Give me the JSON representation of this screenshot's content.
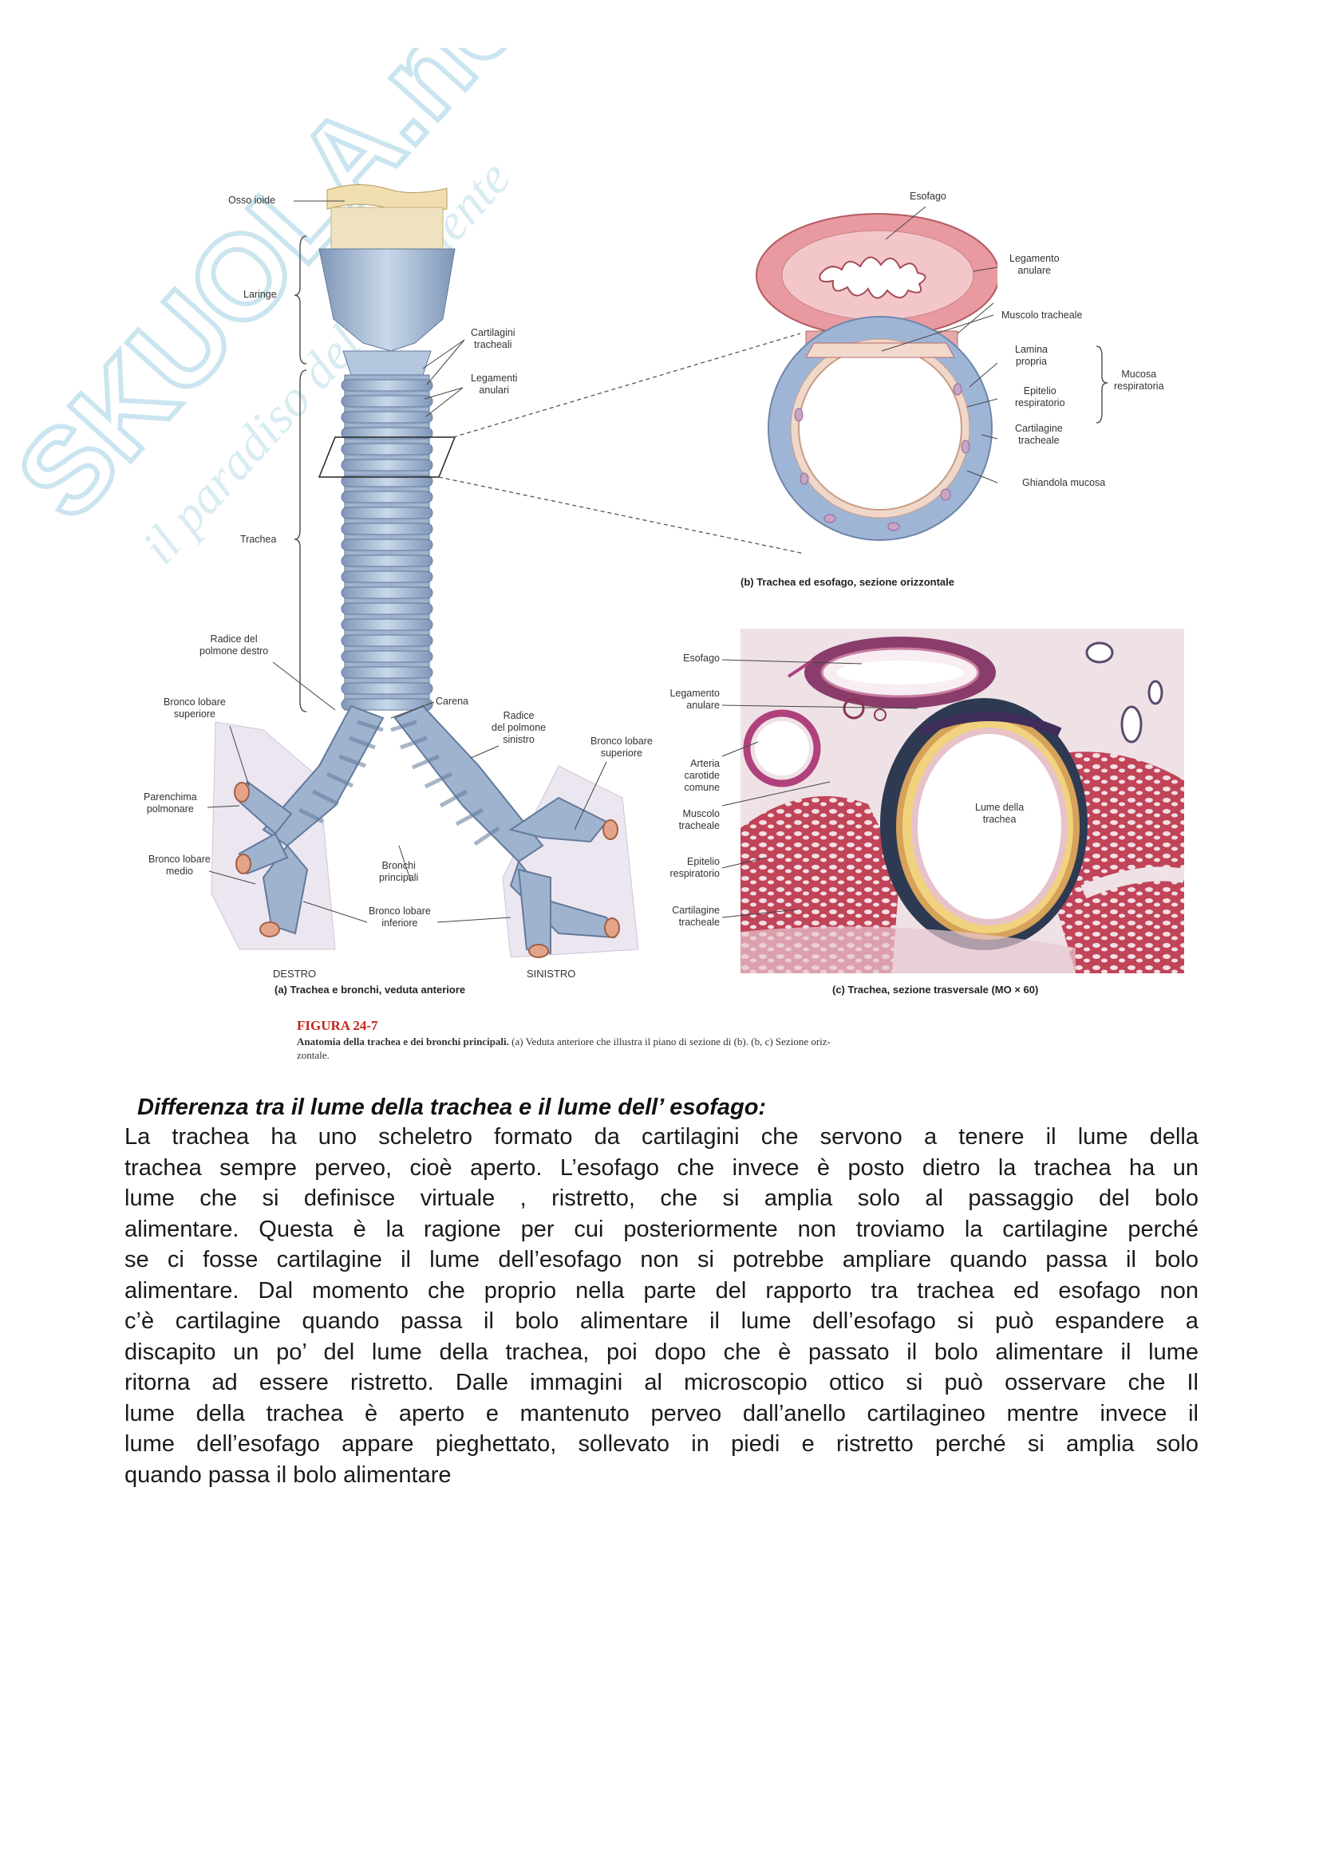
{
  "watermark": {
    "brand": "SKUOLA.net",
    "tagline": "il paradiso dello studente"
  },
  "figure_a": {
    "labels": {
      "osso_ioide": "Osso ioide",
      "laringe": "Laringe",
      "cartilagini_tracheali": [
        "Cartilagini",
        "tracheali"
      ],
      "legamenti_anulari": [
        "Legamenti",
        "anulari"
      ],
      "trachea": "Trachea",
      "radice_dx": [
        "Radice del",
        "polmone destro"
      ],
      "bronco_sup_dx": [
        "Bronco lobare",
        "superiore"
      ],
      "carena": "Carena",
      "radice_sx": [
        "Radice",
        "del polmone",
        "sinistro"
      ],
      "bronco_sup_sx": [
        "Bronco lobare",
        "superiore"
      ],
      "parenchima": [
        "Parenchima",
        "polmonare"
      ],
      "bronco_medio": [
        "Bronco lobare",
        "medio"
      ],
      "bronchi_principali": [
        "Bronchi",
        "principali"
      ],
      "bronco_inf": [
        "Bronco lobare",
        "inferiore"
      ],
      "destro": "DESTRO",
      "sinistro": "SINISTRO"
    },
    "caption": "(a)  Trachea e bronchi, veduta anteriore"
  },
  "figure_b": {
    "labels": {
      "esofago": "Esofago",
      "legamento_anulare": [
        "Legamento",
        "anulare"
      ],
      "muscolo_tracheale": "Muscolo tracheale",
      "lamina_propria": [
        "Lamina",
        "propria"
      ],
      "epitelio": [
        "Epitelio",
        "respiratorio"
      ],
      "cartilagine": [
        "Cartilagine",
        "tracheale"
      ],
      "mucosa": [
        "Mucosa",
        "respiratoria"
      ],
      "ghiandola": "Ghiandola mucosa"
    },
    "caption": "(b)  Trachea ed esofago, sezione orizzontale"
  },
  "figure_c": {
    "labels": {
      "esofago": "Esofago",
      "legamento_anulare": [
        "Legamento",
        "anulare"
      ],
      "arteria": [
        "Arteria",
        "carotide",
        "comune"
      ],
      "muscolo": [
        "Muscolo",
        "tracheale"
      ],
      "epitelio": [
        "Epitelio",
        "respiratorio"
      ],
      "cartilagine": [
        "Cartilagine",
        "tracheale"
      ],
      "lume": [
        "Lume della",
        "trachea"
      ]
    },
    "caption": "(c)  Trachea, sezione trasversale (MO × 60)"
  },
  "figure_caption": {
    "title": "FIGURA 24-7",
    "bold_desc": "Anatomia della trachea e dei bronchi principali.",
    "desc": " (a) Veduta anteriore che illustra il piano di sezione di (b). (b, c) Sezione oriz-",
    "desc_cont": "zontale."
  },
  "document": {
    "heading": "Differenza tra il lume della trachea e il lume dell’ esofago:",
    "lines": [
      "La trachea ha uno scheletro formato da cartilagini che servono a tenere il lume della",
      "trachea sempre perveo, cioè aperto. L’esofago che invece è posto dietro la trachea ha un",
      "lume   che si definisce virtuale  , ristretto, che si amplia solo al passaggio del bolo",
      "alimentare. Questa è la ragione per cui posteriormente non troviamo la cartilagine perché",
      "se ci fosse cartilagine il lume dell’esofago non si potrebbe ampliare quando passa il bolo",
      "alimentare. Dal momento che proprio nella parte del  rapporto tra trachea ed esofago non",
      "c’è cartilagine quando passa il bolo alimentare il lume dell’esofago si può espandere a",
      "discapito un po’ del lume della trachea, poi dopo che è passato il bolo alimentare il lume",
      "ritorna ad essere ristretto. Dalle immagini al microscopio ottico si può osservare che Il",
      "lume della trachea è aperto e mantenuto perveo dall’anello cartilagineo mentre invece il",
      "lume dell’esofago appare pieghettato, sollevato in piedi e ristretto perché si amplia solo",
      "quando passa il bolo alimentare"
    ]
  },
  "colors": {
    "cartilage": "#a9bfd9",
    "ligament": "#c7d3e4",
    "esophagus": "#e89aa0",
    "histology_bg": "#efe2e6",
    "tissue": "#b3324d",
    "figure_red": "#c4261f",
    "watermark": "#b9dde9"
  }
}
